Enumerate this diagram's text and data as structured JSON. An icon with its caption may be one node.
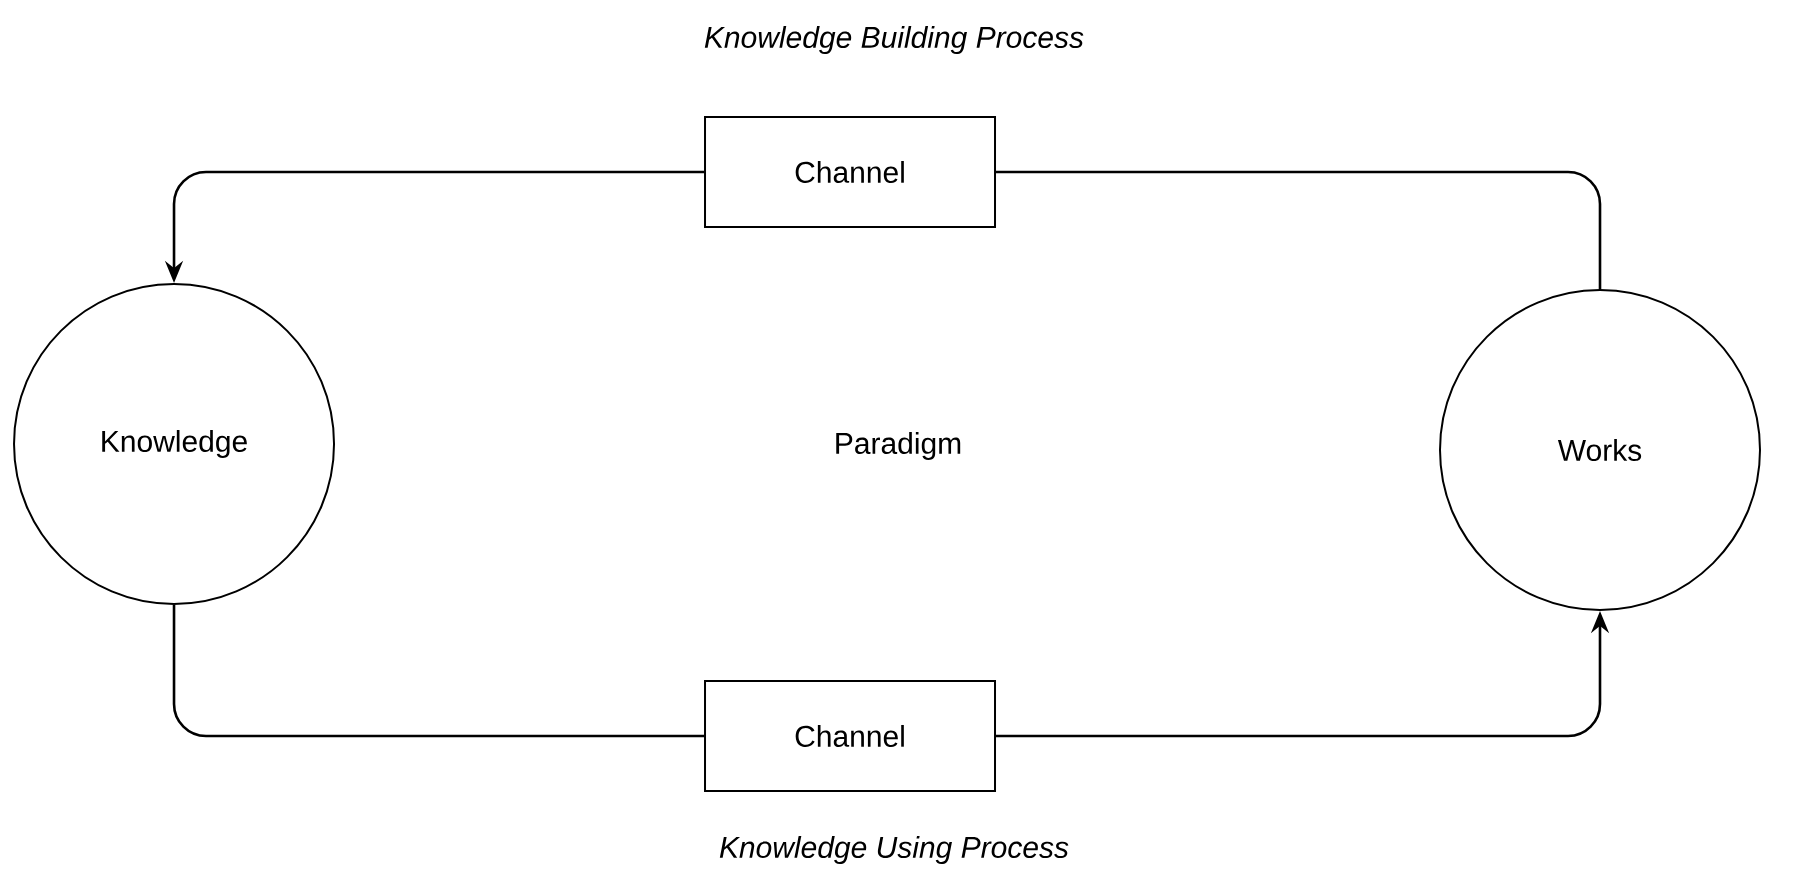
{
  "diagram": {
    "nodes": [
      {
        "text": [
          "Channel"
        ],
        "beside": [
          "Knowledge Building Process"
        ]
      },
      {
        "text": [
          "Knowledge"
        ]
      },
      {
        "text": [
          "Works"
        ]
      },
      {
        "text": [
          "Channel"
        ],
        "beside": [
          "Knowledge Using Process"
        ]
      }
    ],
    "edges": [
      {
        "from": 2,
        "to": 0,
        "arrow": "none"
      },
      {
        "from": 0,
        "to": 1,
        "arrow": "to"
      },
      {
        "from": 1,
        "to": 3,
        "arrow": "none"
      },
      {
        "from": 3,
        "to": 2,
        "arrow": "to"
      }
    ],
    "labels": [
      "Paradigm"
    ]
  }
}
